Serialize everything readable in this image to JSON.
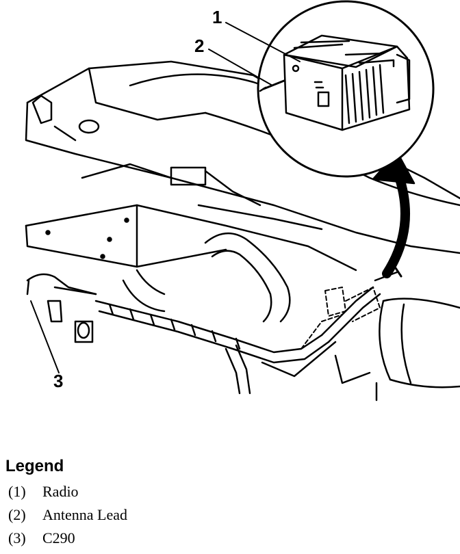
{
  "callouts": [
    {
      "num": "1"
    },
    {
      "num": "2"
    },
    {
      "num": "3"
    }
  ],
  "legend": {
    "title": "Legend",
    "items": [
      {
        "num": "(1)",
        "label": "Radio"
      },
      {
        "num": "(2)",
        "label": "Antenna Lead"
      },
      {
        "num": "(3)",
        "label": "C290"
      }
    ]
  }
}
